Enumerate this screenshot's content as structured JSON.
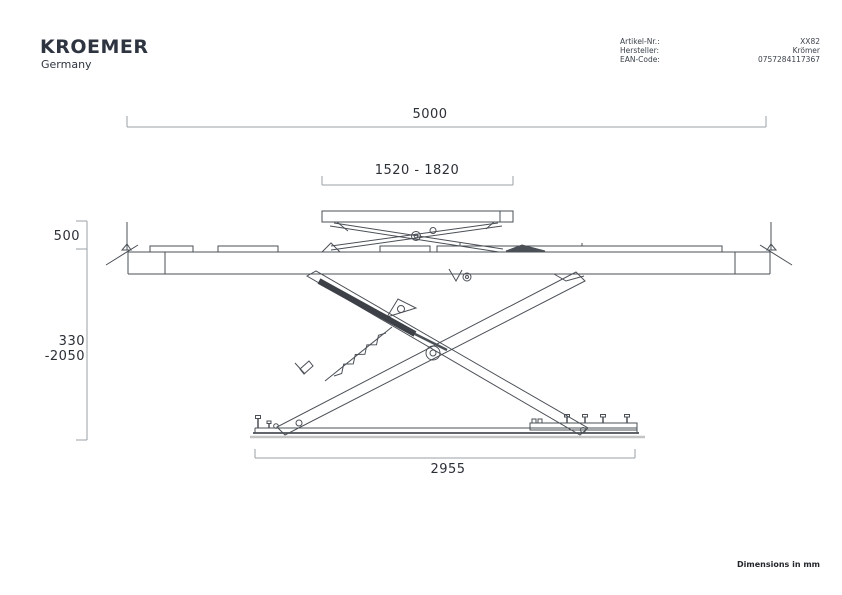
{
  "header": {
    "brand": "KROEMER",
    "country": "Germany",
    "product_info": [
      {
        "label": "Artikel-Nr.:",
        "value": "XX82"
      },
      {
        "label": "Hersteller:",
        "value": "Krömer"
      },
      {
        "label": "EAN-Code:",
        "value": "0757284117367"
      }
    ]
  },
  "diagram": {
    "type": "technical-drawing",
    "subject": "double scissor lift, side view",
    "dimensions": {
      "overall_length": "5000",
      "platform_length_range": "1520 - 1820",
      "drive_on_height": "500",
      "height_range_top": "330",
      "height_range_bottom": "-2050",
      "base_frame_length": "2955"
    }
  },
  "footer": {
    "units_note": "Dimensions in mm"
  },
  "colors": {
    "drawing_line": "#4b5057",
    "dimension_line": "#9aa0a6",
    "text": "#2e3440",
    "ground_shadow": "#c4c4c4",
    "background": "#ffffff"
  }
}
